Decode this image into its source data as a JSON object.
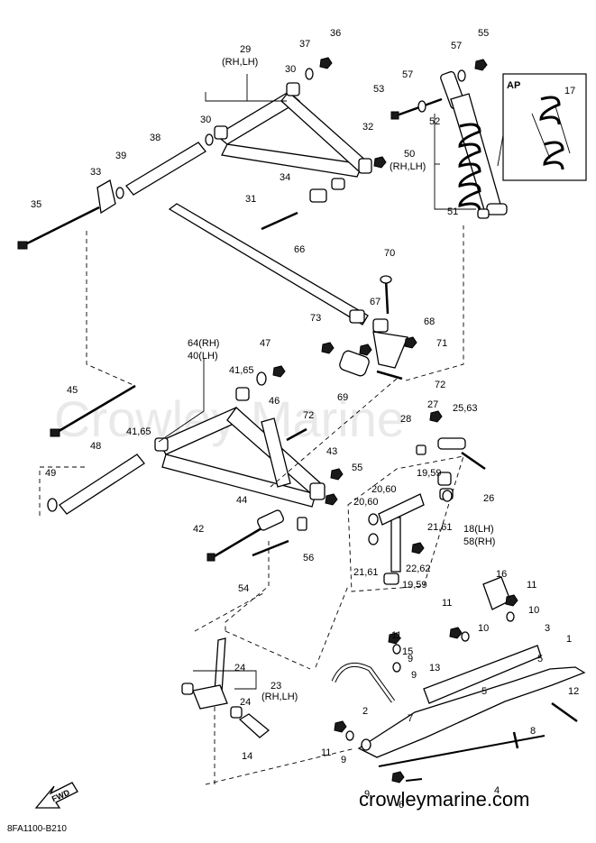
{
  "diagram": {
    "code": "8FA1100-B210",
    "watermark": "Crowley Marine",
    "site": "crowleymarine.com",
    "fwd": "FWD",
    "ap": "AP",
    "labels": [
      {
        "id": "l1",
        "text": "1"
      },
      {
        "id": "l2",
        "text": "2"
      },
      {
        "id": "l3",
        "text": "3"
      },
      {
        "id": "l4",
        "text": "4"
      },
      {
        "id": "l5a",
        "text": "5"
      },
      {
        "id": "l5b",
        "text": "5"
      },
      {
        "id": "l6",
        "text": "6"
      },
      {
        "id": "l7",
        "text": "7"
      },
      {
        "id": "l8",
        "text": "8"
      },
      {
        "id": "l9a",
        "text": "9"
      },
      {
        "id": "l9b",
        "text": "9"
      },
      {
        "id": "l9c",
        "text": "9"
      },
      {
        "id": "l9d",
        "text": "9"
      },
      {
        "id": "l10a",
        "text": "10"
      },
      {
        "id": "l10b",
        "text": "10"
      },
      {
        "id": "l11a",
        "text": "11"
      },
      {
        "id": "l11b",
        "text": "11"
      },
      {
        "id": "l11c",
        "text": "11"
      },
      {
        "id": "l11d",
        "text": "11"
      },
      {
        "id": "l12",
        "text": "12"
      },
      {
        "id": "l13",
        "text": "13"
      },
      {
        "id": "l14",
        "text": "14"
      },
      {
        "id": "l15",
        "text": "15"
      },
      {
        "id": "l16",
        "text": "16"
      },
      {
        "id": "l17",
        "text": "17"
      },
      {
        "id": "l18",
        "text": "18(LH)"
      },
      {
        "id": "l58",
        "text": "58(RH)"
      },
      {
        "id": "l1959a",
        "text": "19,59"
      },
      {
        "id": "l1959b",
        "text": "19,59"
      },
      {
        "id": "l2060a",
        "text": "20,60"
      },
      {
        "id": "l2060b",
        "text": "20,60"
      },
      {
        "id": "l2161a",
        "text": "21,61"
      },
      {
        "id": "l2161b",
        "text": "21,61"
      },
      {
        "id": "l2262",
        "text": "22,62"
      },
      {
        "id": "l23",
        "text": "23"
      },
      {
        "id": "l23s",
        "text": "(RH,LH)"
      },
      {
        "id": "l24a",
        "text": "24"
      },
      {
        "id": "l24b",
        "text": "24"
      },
      {
        "id": "l2563",
        "text": "25,63"
      },
      {
        "id": "l26",
        "text": "26"
      },
      {
        "id": "l27",
        "text": "27"
      },
      {
        "id": "l28",
        "text": "28"
      },
      {
        "id": "l29",
        "text": "29"
      },
      {
        "id": "l29s",
        "text": "(RH,LH)"
      },
      {
        "id": "l30a",
        "text": "30"
      },
      {
        "id": "l30b",
        "text": "30"
      },
      {
        "id": "l31",
        "text": "31"
      },
      {
        "id": "l32",
        "text": "32"
      },
      {
        "id": "l33",
        "text": "33"
      },
      {
        "id": "l34",
        "text": "34"
      },
      {
        "id": "l35",
        "text": "35"
      },
      {
        "id": "l36",
        "text": "36"
      },
      {
        "id": "l37",
        "text": "37"
      },
      {
        "id": "l38",
        "text": "38"
      },
      {
        "id": "l39",
        "text": "39"
      },
      {
        "id": "l6440",
        "text": "64(RH)"
      },
      {
        "id": "l40",
        "text": "40(LH)"
      },
      {
        "id": "l4165a",
        "text": "41,65"
      },
      {
        "id": "l4165b",
        "text": "41,65"
      },
      {
        "id": "l42",
        "text": "42"
      },
      {
        "id": "l43",
        "text": "43"
      },
      {
        "id": "l44",
        "text": "44"
      },
      {
        "id": "l45",
        "text": "45"
      },
      {
        "id": "l46",
        "text": "46"
      },
      {
        "id": "l47",
        "text": "47"
      },
      {
        "id": "l48",
        "text": "48"
      },
      {
        "id": "l49",
        "text": "49"
      },
      {
        "id": "l50",
        "text": "50"
      },
      {
        "id": "l50s",
        "text": "(RH,LH)"
      },
      {
        "id": "l51",
        "text": "51"
      },
      {
        "id": "l52",
        "text": "52"
      },
      {
        "id": "l53",
        "text": "53"
      },
      {
        "id": "l54",
        "text": "54"
      },
      {
        "id": "l55a",
        "text": "55"
      },
      {
        "id": "l55b",
        "text": "55"
      },
      {
        "id": "l56",
        "text": "56"
      },
      {
        "id": "l57a",
        "text": "57"
      },
      {
        "id": "l57b",
        "text": "57"
      },
      {
        "id": "l66",
        "text": "66"
      },
      {
        "id": "l67",
        "text": "67"
      },
      {
        "id": "l68",
        "text": "68"
      },
      {
        "id": "l69",
        "text": "69"
      },
      {
        "id": "l70",
        "text": "70"
      },
      {
        "id": "l71",
        "text": "71"
      },
      {
        "id": "l72a",
        "text": "72"
      },
      {
        "id": "l72b",
        "text": "72"
      },
      {
        "id": "l73",
        "text": "73"
      }
    ]
  }
}
